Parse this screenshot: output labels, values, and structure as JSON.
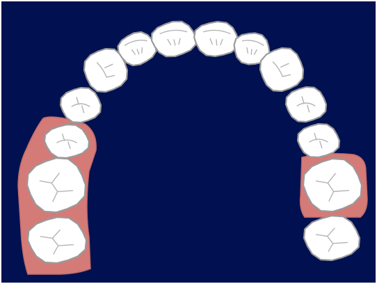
{
  "colors": {
    "background": "#001050",
    "frame": "#ffffff",
    "tooth": "#ffffff",
    "tooth_outline": "#9a9a9a",
    "fissure": "#b4b4b4",
    "highlight": "#d47b78"
  },
  "arch": {
    "tooth_count": 14,
    "highlighted_regions": [
      "left-molars",
      "right-first-molar"
    ]
  }
}
